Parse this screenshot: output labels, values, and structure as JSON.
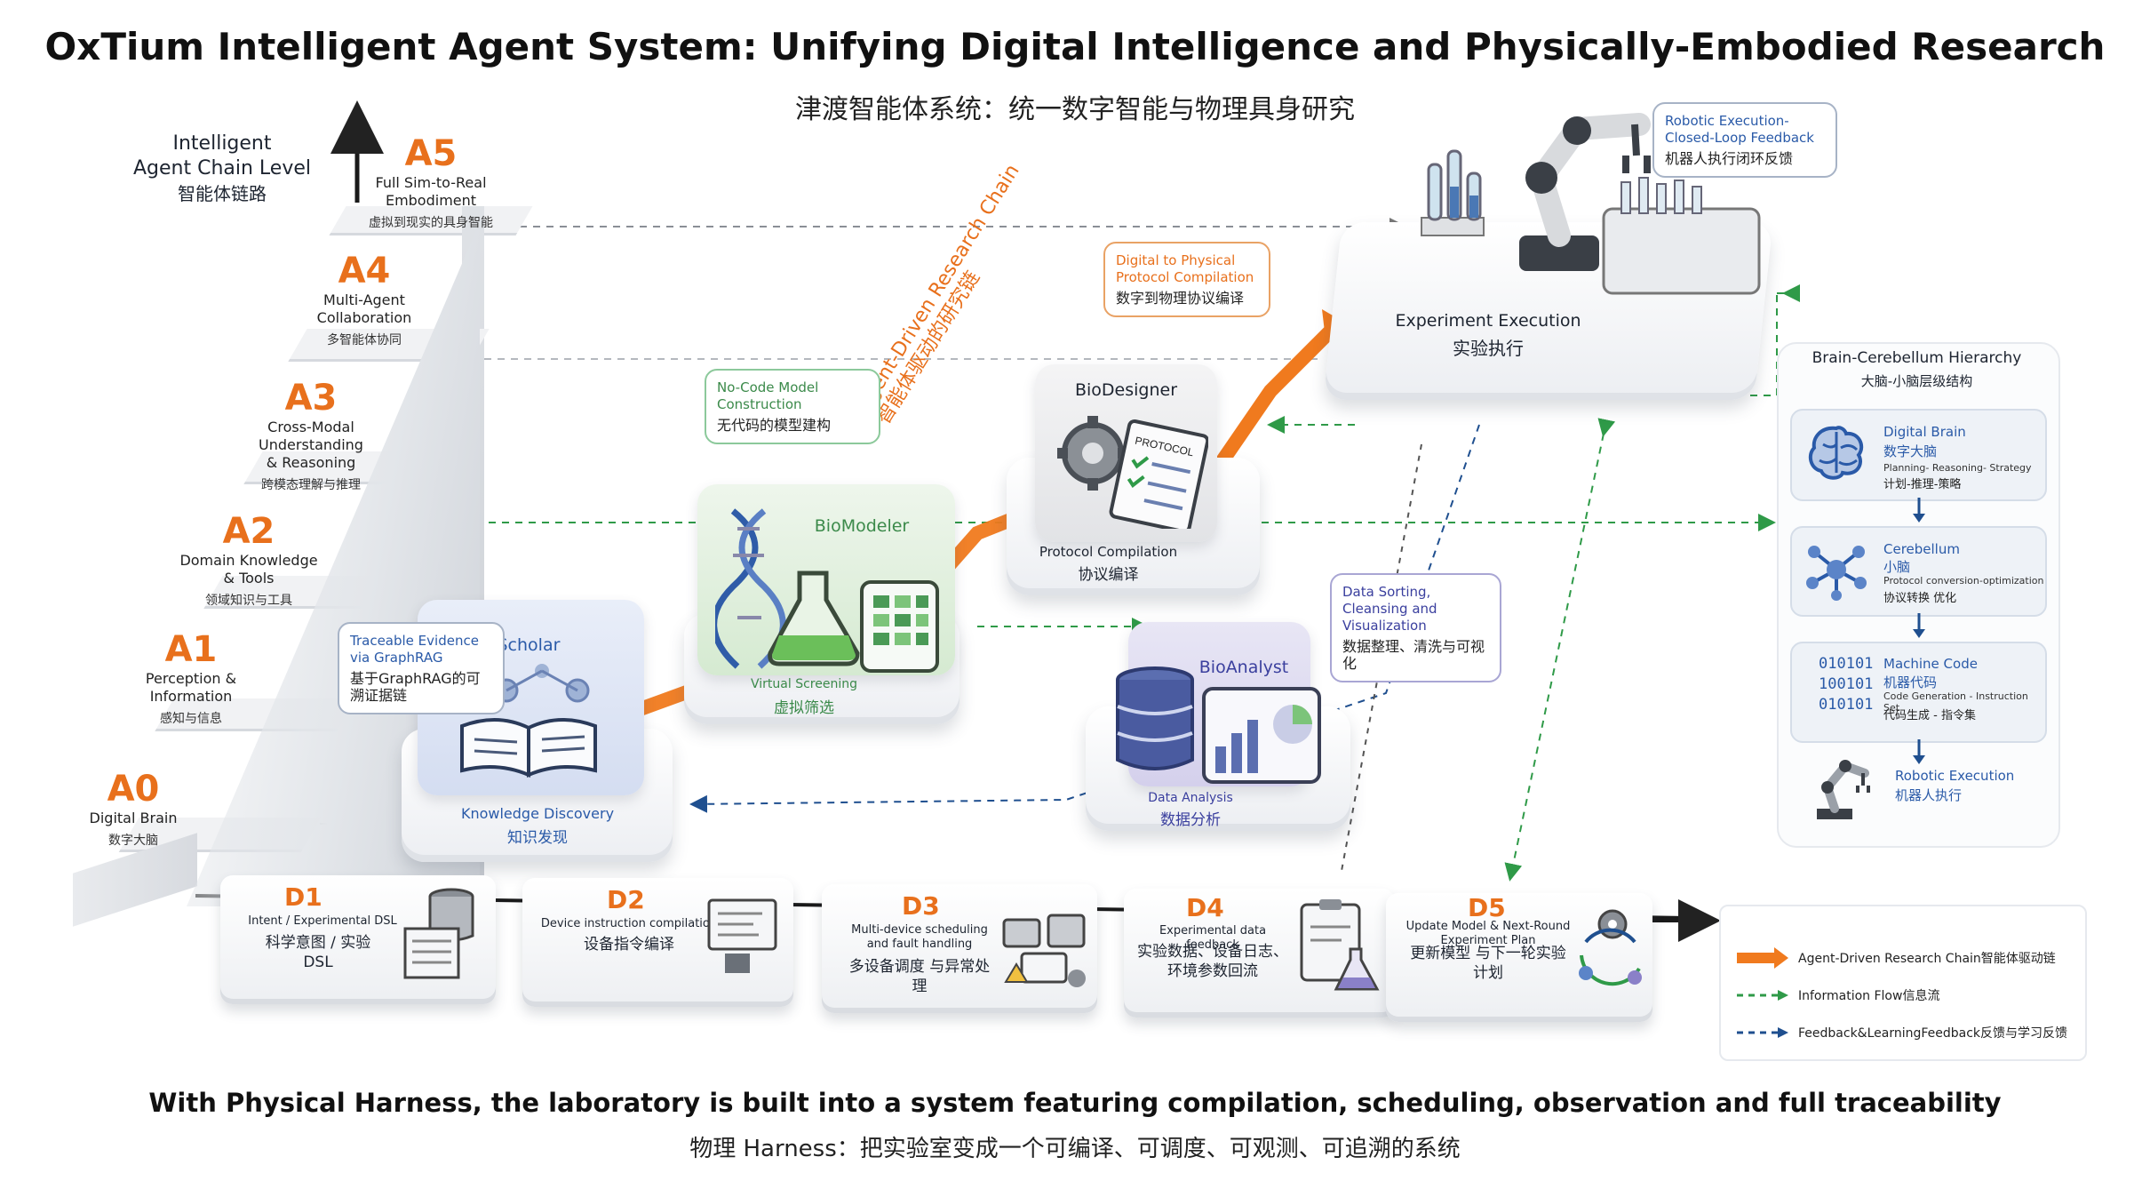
{
  "title": "OxTium Intelligent Agent System: Unifying Digital Intelligence and Physically-Embodied Research",
  "subtitle": "津渡智能体系统：统一数字智能与物理具身研究",
  "chain_level": {
    "en_line1": "Intelligent",
    "en_line2": "Agent Chain Level",
    "zh": "智能体链路"
  },
  "levels": [
    {
      "code": "A5",
      "en": "Full Sim-to-Real Embodiment",
      "zh": "虚拟到现实的具身智能"
    },
    {
      "code": "A4",
      "en": "Multi-Agent Collaboration",
      "zh": "多智能体协同"
    },
    {
      "code": "A3",
      "en": "Cross-Modal Understanding & Reasoning",
      "zh": "跨模态理解与推理"
    },
    {
      "code": "A2",
      "en": "Domain Knowledge & Tools",
      "zh": "领域知识与工具"
    },
    {
      "code": "A1",
      "en": "Perception & Information",
      "zh": "感知与信息"
    },
    {
      "code": "A0",
      "en": "Digital Brain",
      "zh": "数字大脑"
    }
  ],
  "agent_chain_label_en": "Agent-Driven Research Chain",
  "agent_chain_label_zh": "智能体驱动的研究链",
  "nodes": {
    "bioscholar": {
      "name": "BioScholar",
      "en": "Knowledge Discovery",
      "zh": "知识发现",
      "callout_en": "Traceable Evidence via GraphRAG",
      "callout_zh": "基于GraphRAG的可溯证据链"
    },
    "biomodeler": {
      "name": "BioModeler",
      "en": "Virtual Screening",
      "zh": "虚拟筛选",
      "callout_en": "No-Code Model Construction",
      "callout_zh": "无代码的模型建构"
    },
    "biodesigner": {
      "name": "BioDesigner",
      "en": "Protocol Compilation",
      "zh": "协议编译",
      "doc_label": "PROTOCOL",
      "callout_en": "Digital to Physical Protocol Compilation",
      "callout_zh": "数字到物理协议编译"
    },
    "bioanalyst": {
      "name": "BioAnalyst",
      "en": "Data Analysis",
      "zh": "数据分析",
      "callout_en": "Data Sorting, Cleansing and Visualization",
      "callout_zh": "数据整理、清洗与可视化"
    },
    "execution": {
      "en": "Experiment Execution",
      "zh": "实验执行",
      "callout_en": "Robotic Execution- Closed-Loop Feedback",
      "callout_zh": "机器人执行闭环反馈"
    }
  },
  "hierarchy": {
    "title_en": "Brain-Cerebellum Hierarchy",
    "title_zh": "大脑-小脑层级结构",
    "items": [
      {
        "en": "Digital Brain",
        "zh": "数字大脑",
        "small_en": "Planning- Reasoning- Strategy",
        "small_zh": "计划-推理-策略"
      },
      {
        "en": "Cerebellum",
        "zh": "小脑",
        "small_en": "Protocol conversion-optimization",
        "small_zh": "协议转换 优化"
      },
      {
        "en": "Machine Code",
        "zh": "机器代码",
        "small_en": "Code Generation - Instruction Set",
        "small_zh": "代码生成 - 指令集",
        "binary": [
          "010101",
          "100101",
          "010101"
        ]
      },
      {
        "en": "Robotic Execution",
        "zh": "机器人执行"
      }
    ]
  },
  "d_steps": [
    {
      "code": "D1",
      "en": "Intent / Experimental DSL",
      "zh": "科学意图 / 实验 DSL"
    },
    {
      "code": "D2",
      "en": "Device instruction compilation",
      "zh": "设备指令编译"
    },
    {
      "code": "D3",
      "en": "Multi-device scheduling and fault handling",
      "zh": "多设备调度 与异常处理"
    },
    {
      "code": "D4",
      "en": "Experimental data feedback",
      "zh": "实验数据、设备日志、 环境参数回流"
    },
    {
      "code": "D5",
      "en": "Update Model & Next-Round Experiment Plan",
      "zh": "更新模型 与下一轮实验计划"
    }
  ],
  "legend": [
    {
      "label": "Agent-Driven Research Chain智能体驱动链",
      "color": "#f07a1e"
    },
    {
      "label": "Information Flow信息流",
      "color": "#2f9a48"
    },
    {
      "label": "Feedback&LearningFeedback反馈与学习反馈",
      "color": "#1f4f8f"
    }
  ],
  "footer_en": "With Physical Harness, the laboratory is built into a system featuring compilation, scheduling, observation and full traceability",
  "footer_zh": "物理 Harness：把实验室变成一个可编译、可调度、可观测、可追溯的系统"
}
